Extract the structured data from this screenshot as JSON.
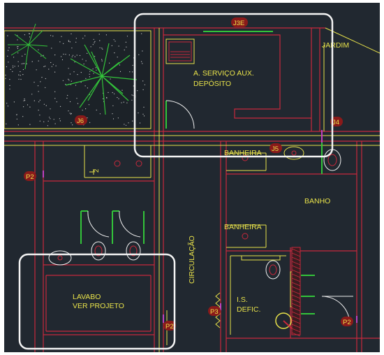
{
  "drawing": {
    "rooms": {
      "servico_line1": "A. SERVIÇO AUX.",
      "servico_line2": "DEPÓSITO",
      "jardim": "JARDIM",
      "banho": "BANHO",
      "banheira_top": "BANHEIRA",
      "banheira_bottom": "BANHEIRA",
      "circulacao": "CIRCULAÇÃO",
      "lavabo_line1": "LAVABO",
      "lavabo_line2": "VER PROJETO",
      "is_line1": "I.S.",
      "is_line2": "DEFIC."
    },
    "tags": {
      "j3e": "J3E",
      "j6": "J6",
      "j4": "J4",
      "j5": "J5",
      "p2_left": "P2",
      "p2_lavabo": "P2",
      "p2_right": "P2",
      "p3": "P3",
      "dim_2": "2"
    },
    "colors": {
      "background": "#212830",
      "wall_red": "#c8283c",
      "yellow": "#e8e24a",
      "green": "#33c43a",
      "white": "#f0f0f0",
      "magenta": "#c040c0"
    }
  }
}
